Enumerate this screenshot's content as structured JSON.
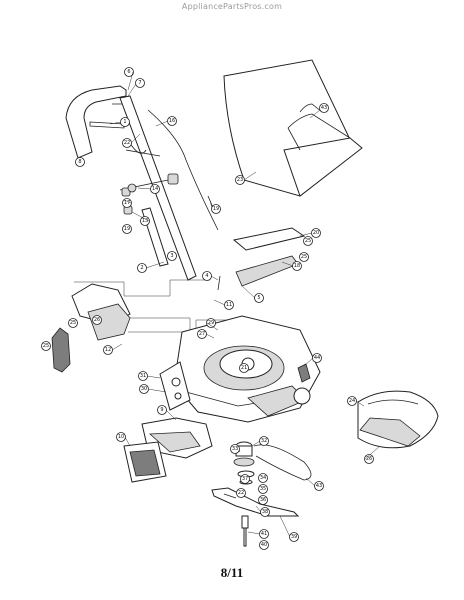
{
  "watermark": "AppliancePartsPros.com",
  "page_number": "8/11",
  "callouts": [
    {
      "id": "c-6",
      "label": "6"
    },
    {
      "id": "c-7",
      "label": "7"
    },
    {
      "id": "c-1",
      "label": "1"
    },
    {
      "id": "c-22a",
      "label": "22"
    },
    {
      "id": "c-16",
      "label": "16"
    },
    {
      "id": "c-8",
      "label": "8"
    },
    {
      "id": "c-43a",
      "label": "43"
    },
    {
      "id": "c-23",
      "label": "23"
    },
    {
      "id": "c-14",
      "label": "14"
    },
    {
      "id": "c-17",
      "label": "17"
    },
    {
      "id": "c-13",
      "label": "13"
    },
    {
      "id": "c-19a",
      "label": "19"
    },
    {
      "id": "c-19b",
      "label": "19"
    },
    {
      "id": "c-20",
      "label": "20"
    },
    {
      "id": "c-25a",
      "label": "25"
    },
    {
      "id": "c-2",
      "label": "2"
    },
    {
      "id": "c-3a",
      "label": "3"
    },
    {
      "id": "c-18",
      "label": "18"
    },
    {
      "id": "c-25b",
      "label": "25"
    },
    {
      "id": "c-4",
      "label": "4"
    },
    {
      "id": "c-11",
      "label": "11"
    },
    {
      "id": "c-5",
      "label": "5"
    },
    {
      "id": "c-25c",
      "label": "25"
    },
    {
      "id": "c-26",
      "label": "26"
    },
    {
      "id": "c-25d",
      "label": "25"
    },
    {
      "id": "c-12",
      "label": "12"
    },
    {
      "id": "c-29",
      "label": "29"
    },
    {
      "id": "c-27",
      "label": "27"
    },
    {
      "id": "c-44",
      "label": "44"
    },
    {
      "id": "c-31",
      "label": "31"
    },
    {
      "id": "c-30",
      "label": "30"
    },
    {
      "id": "c-21",
      "label": "21"
    },
    {
      "id": "c-24",
      "label": "24"
    },
    {
      "id": "c-9",
      "label": "9"
    },
    {
      "id": "c-10",
      "label": "10"
    },
    {
      "id": "c-33",
      "label": "33"
    },
    {
      "id": "c-32",
      "label": "32"
    },
    {
      "id": "c-34",
      "label": "34"
    },
    {
      "id": "c-35",
      "label": "35"
    },
    {
      "id": "c-43b",
      "label": "43"
    },
    {
      "id": "c-36",
      "label": "36"
    },
    {
      "id": "c-37",
      "label": "37"
    },
    {
      "id": "c-38",
      "label": "38"
    },
    {
      "id": "c-22b",
      "label": "22"
    },
    {
      "id": "c-41",
      "label": "41"
    },
    {
      "id": "c-40",
      "label": "40"
    },
    {
      "id": "c-39",
      "label": "39"
    },
    {
      "id": "c-26b",
      "label": "26"
    }
  ]
}
